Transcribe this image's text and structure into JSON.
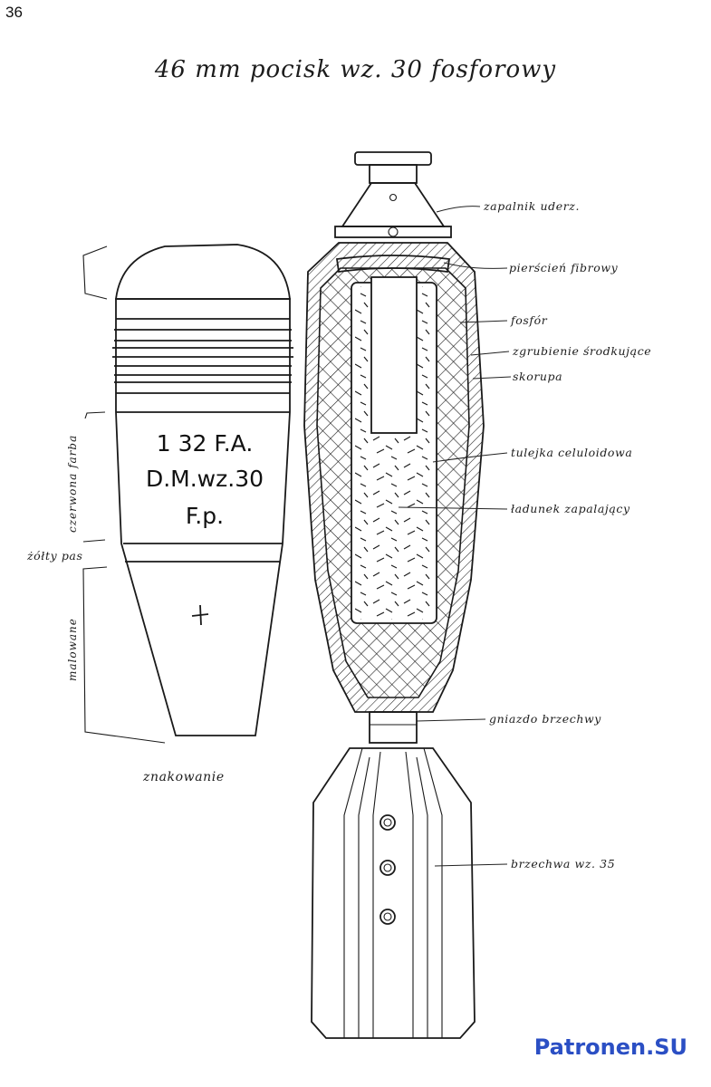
{
  "page": {
    "number": "36"
  },
  "title": "46 mm pocisk wz. 30 fosforowy",
  "watermark": "Patronen.SU",
  "side_view": {
    "marking_lines": [
      "1 32 F.A.",
      "D.M.wz.30",
      "F.p."
    ],
    "caption": "znakowanie",
    "side_labels": {
      "red_paint": "czerwona farba",
      "yellow_band": "żółty pas",
      "painted": "malowane"
    }
  },
  "cross_section": {
    "parts": [
      "zapalnik uderz.",
      "pierścień fibrowy",
      "fosfór",
      "zgrubienie środkujące",
      "skorupa",
      "tulejka celuloidowa",
      "ładunek zapalający",
      "gniazdo brzechwy",
      "brzechwa wz. 35"
    ]
  },
  "colors": {
    "ink": "#1a1a1a",
    "watermark": "#2b4fc4"
  }
}
